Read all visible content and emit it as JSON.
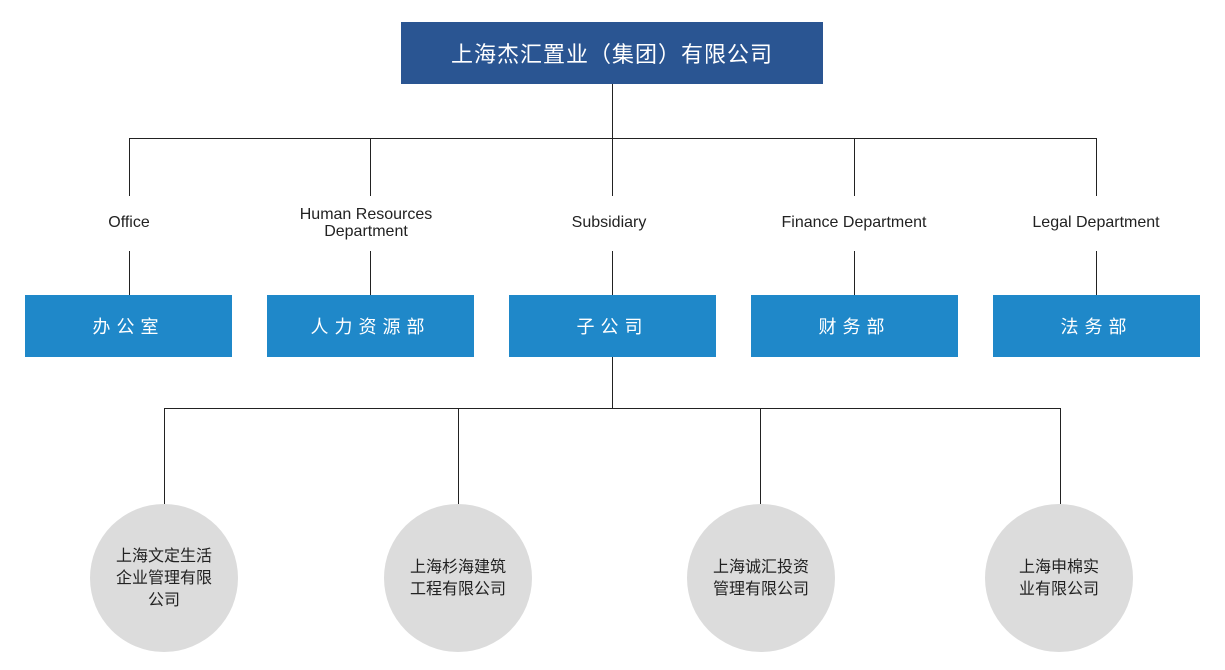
{
  "root": {
    "title": "上海杰汇置业（集团）有限公司"
  },
  "departments": [
    {
      "en": "Office",
      "zh": "办公室"
    },
    {
      "en": "Human Resources Department",
      "zh": "人力资源部"
    },
    {
      "en": "Subsidiary",
      "zh": "子公司"
    },
    {
      "en": "Finance Department",
      "zh": "财务部"
    },
    {
      "en": "Legal Department",
      "zh": "法务部"
    }
  ],
  "subsidiaries": [
    {
      "name": "上海文定生活企业管理有限公司"
    },
    {
      "name": "上海杉海建筑工程有限公司"
    },
    {
      "name": "上海诚汇投资管理有限公司"
    },
    {
      "name": "上海申棉实业有限公司"
    }
  ],
  "colors": {
    "root": "#2a5592",
    "department": "#1f88c9",
    "subsidiary": "#dcdcdc",
    "line": "#222222"
  }
}
